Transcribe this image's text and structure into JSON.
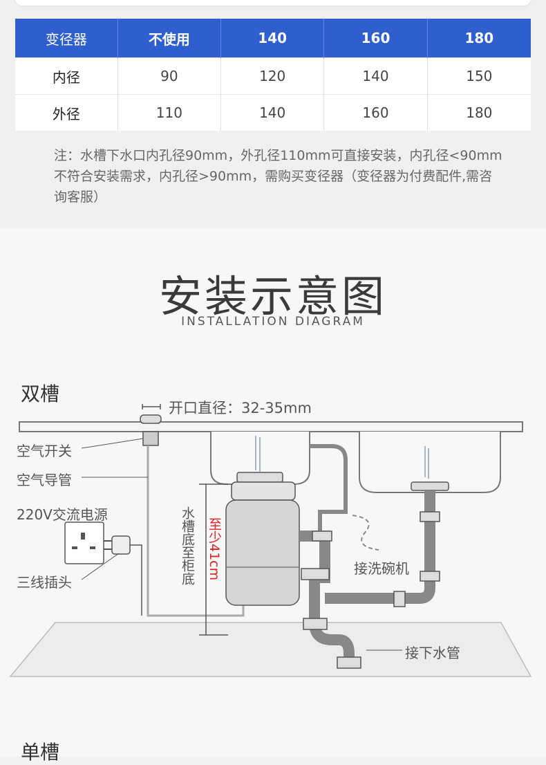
{
  "spec_table": {
    "headers": [
      "变径器",
      "不使用",
      "140",
      "160",
      "180"
    ],
    "rows": [
      [
        "内径",
        "90",
        "120",
        "140",
        "150"
      ],
      [
        "外径",
        "110",
        "140",
        "160",
        "180"
      ]
    ]
  },
  "note": "注：水槽下水口内孔径90mm，外孔径110mm可直接安装，内孔径<90mm不符合安装需求，内孔径>90mm，需购买变径器（变径器为付费配件,需咨询客服）",
  "title_cn": "安装示意图",
  "title_en": "INSTALLATION DIAGRAM",
  "diagram": {
    "section_double": "双槽",
    "opening_diameter": "开口直径：32-35mm",
    "air_switch": "空气开关",
    "air_tube": "空气导管",
    "power": "220V交流电源",
    "plug": "三线插头",
    "sink_to_cabinet": "水槽底至柜底",
    "min_height": "至少41cm",
    "dishwasher": "接洗碗机",
    "drain": "接下水管"
  },
  "section_single": "单槽",
  "colors": {
    "header_blue": "#2f5fcf",
    "min_height_red": "#e02020"
  }
}
